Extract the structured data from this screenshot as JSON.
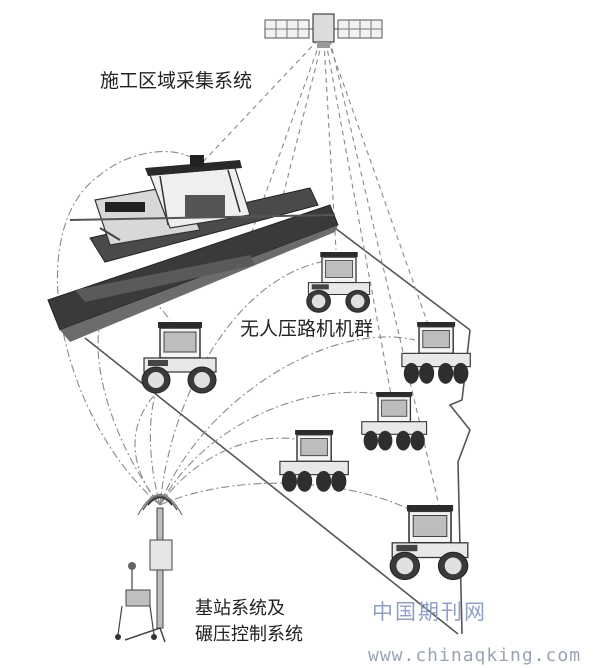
{
  "labels": {
    "construction_area": "施工区域采集系统",
    "roller_fleet": "无人压路机机群",
    "base_station_line1": "基站系统及",
    "base_station_line2": "碾压控制系统"
  },
  "watermark": {
    "site_cn": "中国期刊网",
    "url": "www.chinaqking.com"
  },
  "colors": {
    "line": "#555555",
    "dash": "#8a8a8a",
    "machine_dark": "#2b2b2b",
    "machine_mid": "#8c8c8c",
    "machine_light": "#e6e6e6",
    "watermark": "#8fa0c4"
  }
}
